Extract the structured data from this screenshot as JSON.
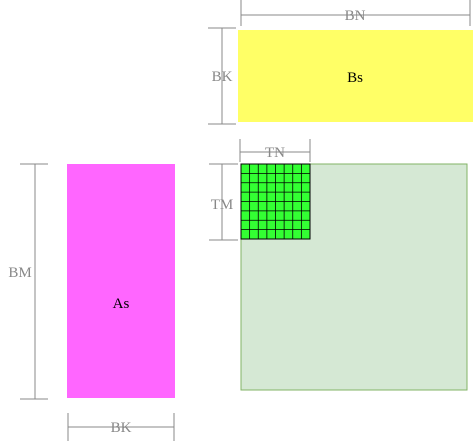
{
  "blocks": {
    "b_tile": {
      "label": "Bs",
      "color": "#ffff66"
    },
    "a_tile": {
      "label": "As",
      "color": "#ff66ff"
    },
    "c_tile": {
      "label": "",
      "color": "#d5e8d4",
      "border": "#82b366"
    },
    "thread_tile": {
      "color": "#33ff33",
      "rows": 8,
      "cols": 8
    }
  },
  "dimensions": {
    "bn": "BN",
    "bk_top": "BK",
    "tn": "TN",
    "tm": "TM",
    "bm": "BM",
    "bk_bottom": "BK"
  }
}
